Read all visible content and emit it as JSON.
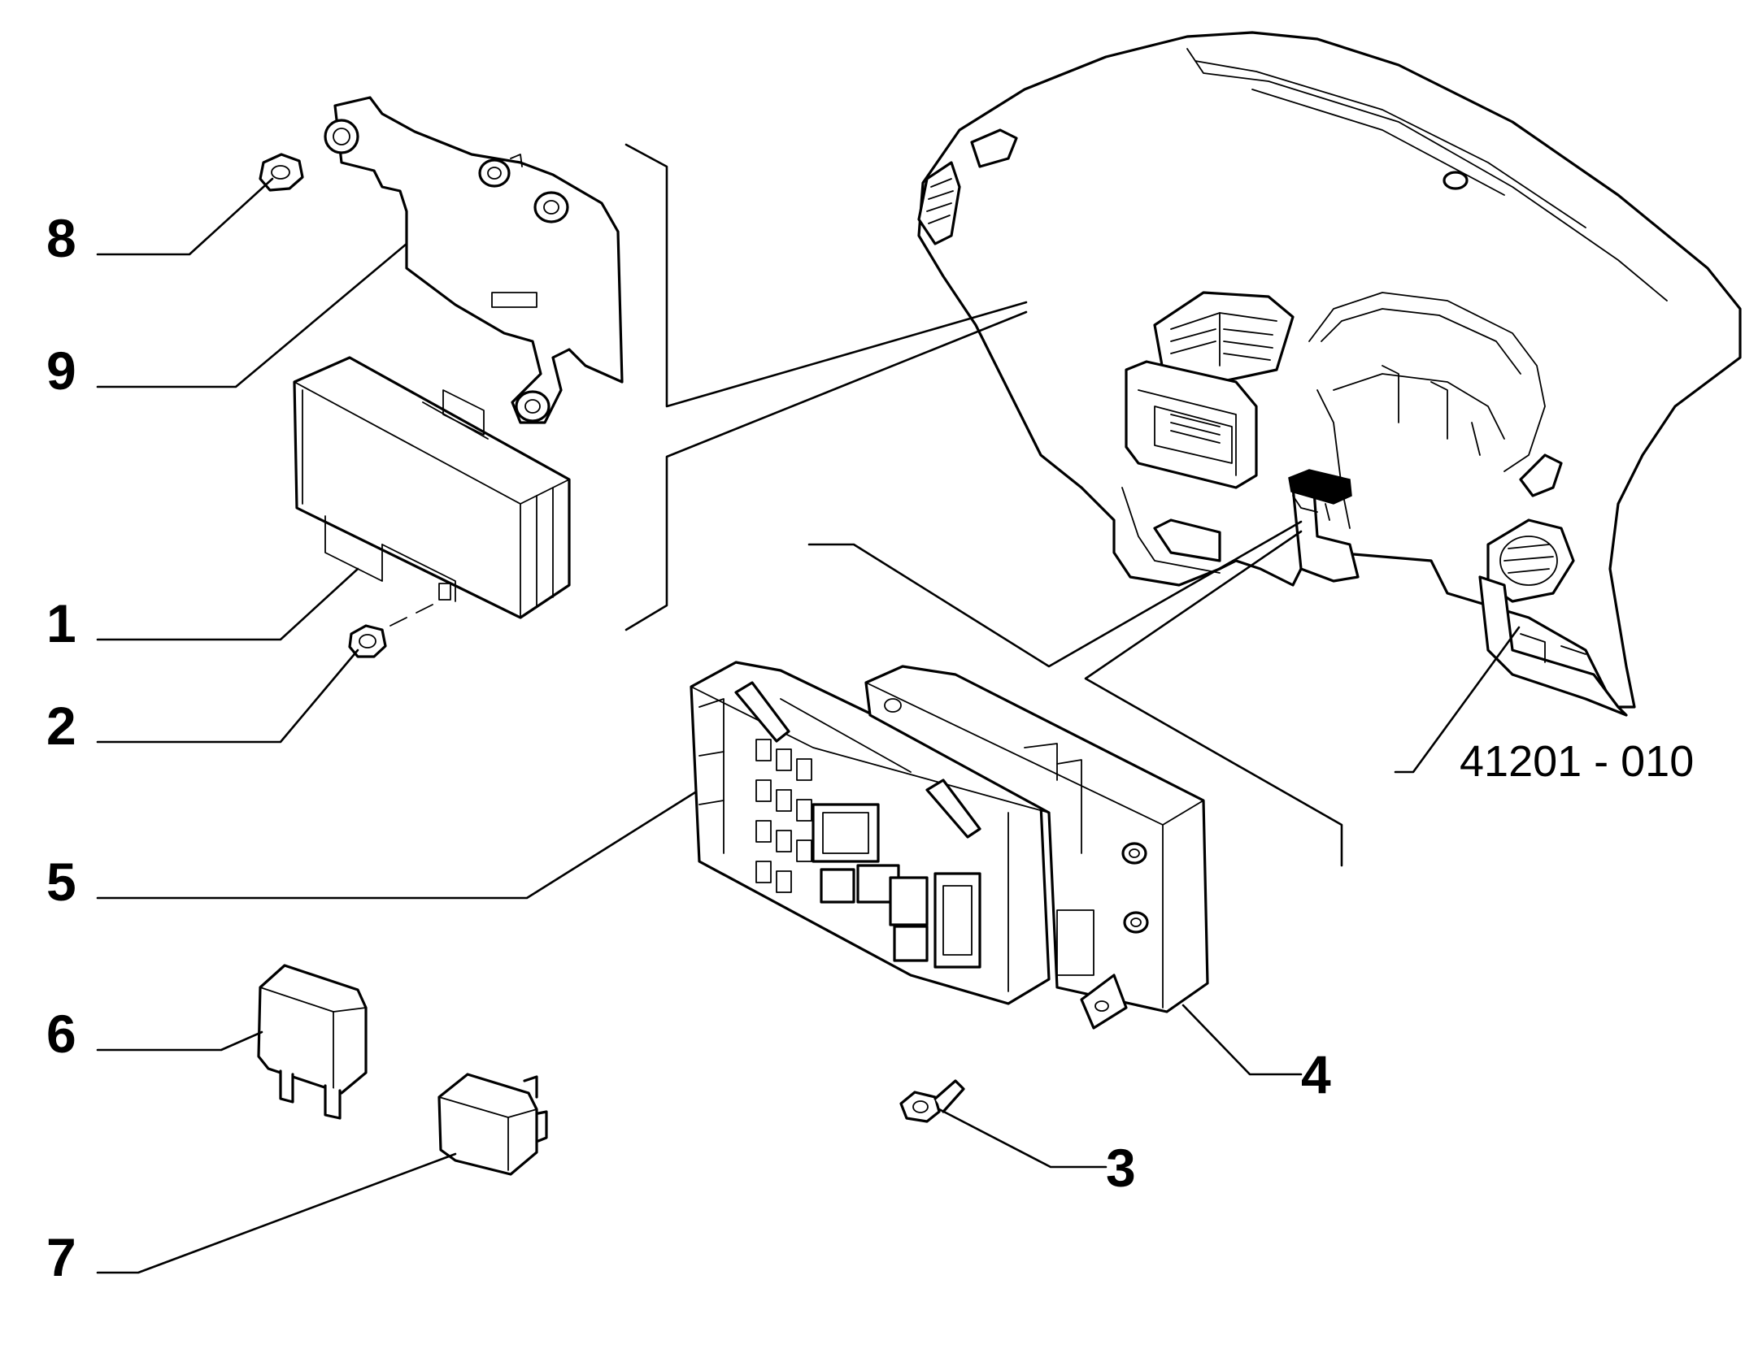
{
  "callouts": [
    {
      "id": "1",
      "label": "1"
    },
    {
      "id": "2",
      "label": "2"
    },
    {
      "id": "3",
      "label": "3"
    },
    {
      "id": "4",
      "label": "4"
    },
    {
      "id": "5",
      "label": "5"
    },
    {
      "id": "6",
      "label": "6"
    },
    {
      "id": "7",
      "label": "7"
    },
    {
      "id": "8",
      "label": "8"
    },
    {
      "id": "9",
      "label": "9"
    }
  ],
  "reference_code": "41201 - 010"
}
